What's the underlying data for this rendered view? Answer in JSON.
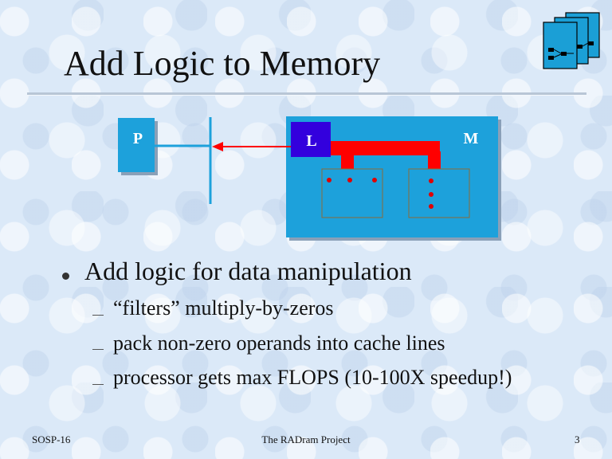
{
  "slide": {
    "title": "Add Logic to Memory"
  },
  "diagram": {
    "processor_label": "P",
    "logic_label": "L",
    "memory_label": "M",
    "colors": {
      "box_fill": "#1da1db",
      "logic_fill": "#3300dd",
      "datapath": "#ff0000",
      "bus": "#1da1db",
      "bank_border": "#8a6a3a"
    }
  },
  "bullets": [
    {
      "text": "Add logic for data manipulation",
      "subitems": [
        "“filters” multiply-by-zeros",
        "pack non-zero operands into cache lines",
        "processor gets max FLOPS (10-100X speedup!)"
      ]
    }
  ],
  "footer": {
    "left": "SOSP-16",
    "center": "The RADram Project",
    "right": "3"
  },
  "icons": {
    "logo": "circuit-pages-icon",
    "bullet": "bullet-dot-icon",
    "dash": "dash-icon"
  }
}
